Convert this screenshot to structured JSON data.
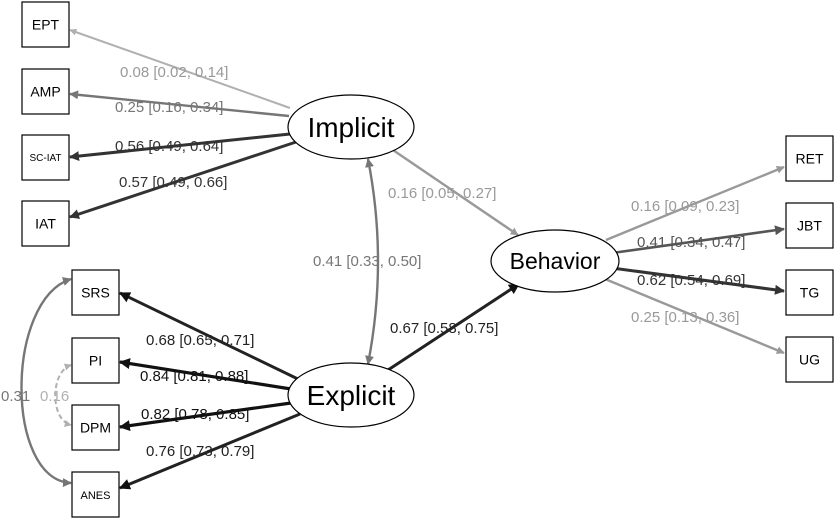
{
  "diagram": {
    "title": "Structural equation model: Implicit and Explicit attitudes predicting Behavior",
    "latents": {
      "implicit": "Implicit",
      "explicit": "Explicit",
      "behavior": "Behavior"
    },
    "indicators": {
      "ept": "EPT",
      "amp": "AMP",
      "sciat": "SC-IAT",
      "iat": "IAT",
      "srs": "SRS",
      "pi": "PI",
      "dpm": "DPM",
      "anes": "ANES",
      "ret": "RET",
      "jbt": "JBT",
      "tg": "TG",
      "ug": "UG"
    },
    "paths": {
      "ept": "0.08 [0.02, 0.14]",
      "amp": "0.25 [0.16, 0.34]",
      "sciat": "0.56 [0.49, 0.64]",
      "iat": "0.57 [0.49, 0.66]",
      "implicit_behavior": "0.16 [0.05, 0.27]",
      "implicit_explicit": "0.41 [0.33, 0.50]",
      "explicit_behavior": "0.67 [0.58, 0.75]",
      "srs": "0.68 [0.65, 0.71]",
      "pi": "0.84 [0.81, 0.88]",
      "dpm": "0.82 [0.78, 0.85]",
      "anes": "0.76 [0.73, 0.79]",
      "ret": "0.16 [0.09, 0.23]",
      "jbt": "0.41 [0.34, 0.47]",
      "tg": "0.62 [0.54, 0.69]",
      "ug": "0.25 [0.13, 0.36]",
      "srs_anes": "0.31",
      "pi_dpm": "0.16"
    },
    "colors": {
      "very_light": "#b0b0b0",
      "light": "#999999",
      "medium": "#767676",
      "medium_dark": "#555555",
      "dark": "#333333",
      "black": "#000000"
    }
  }
}
